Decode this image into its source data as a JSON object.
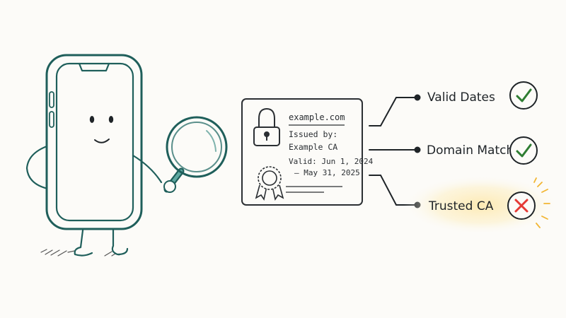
{
  "certificate": {
    "domain": "example.com",
    "issued_by_label": "Issued by:",
    "issuer": "Example CA",
    "valid_line1": "Valid: Jun 1, 2024",
    "valid_line2": "– May 31, 2025",
    "icons": {
      "lock": "padlock-icon",
      "seal": "award-ribbon-icon"
    }
  },
  "checks": [
    {
      "label": "Valid Dates",
      "status": "pass",
      "icon": "checkmark-icon"
    },
    {
      "label": "Domain Match",
      "status": "pass",
      "icon": "checkmark-icon"
    },
    {
      "label": "Trusted CA",
      "status": "fail",
      "icon": "x-mark-icon"
    }
  ],
  "colors": {
    "outline": "#1f5f5b",
    "ink": "#2b2f33",
    "pass": "#2e7d32",
    "fail": "#e53935",
    "highlight": "#fde9b0",
    "spark": "#f2b632"
  }
}
